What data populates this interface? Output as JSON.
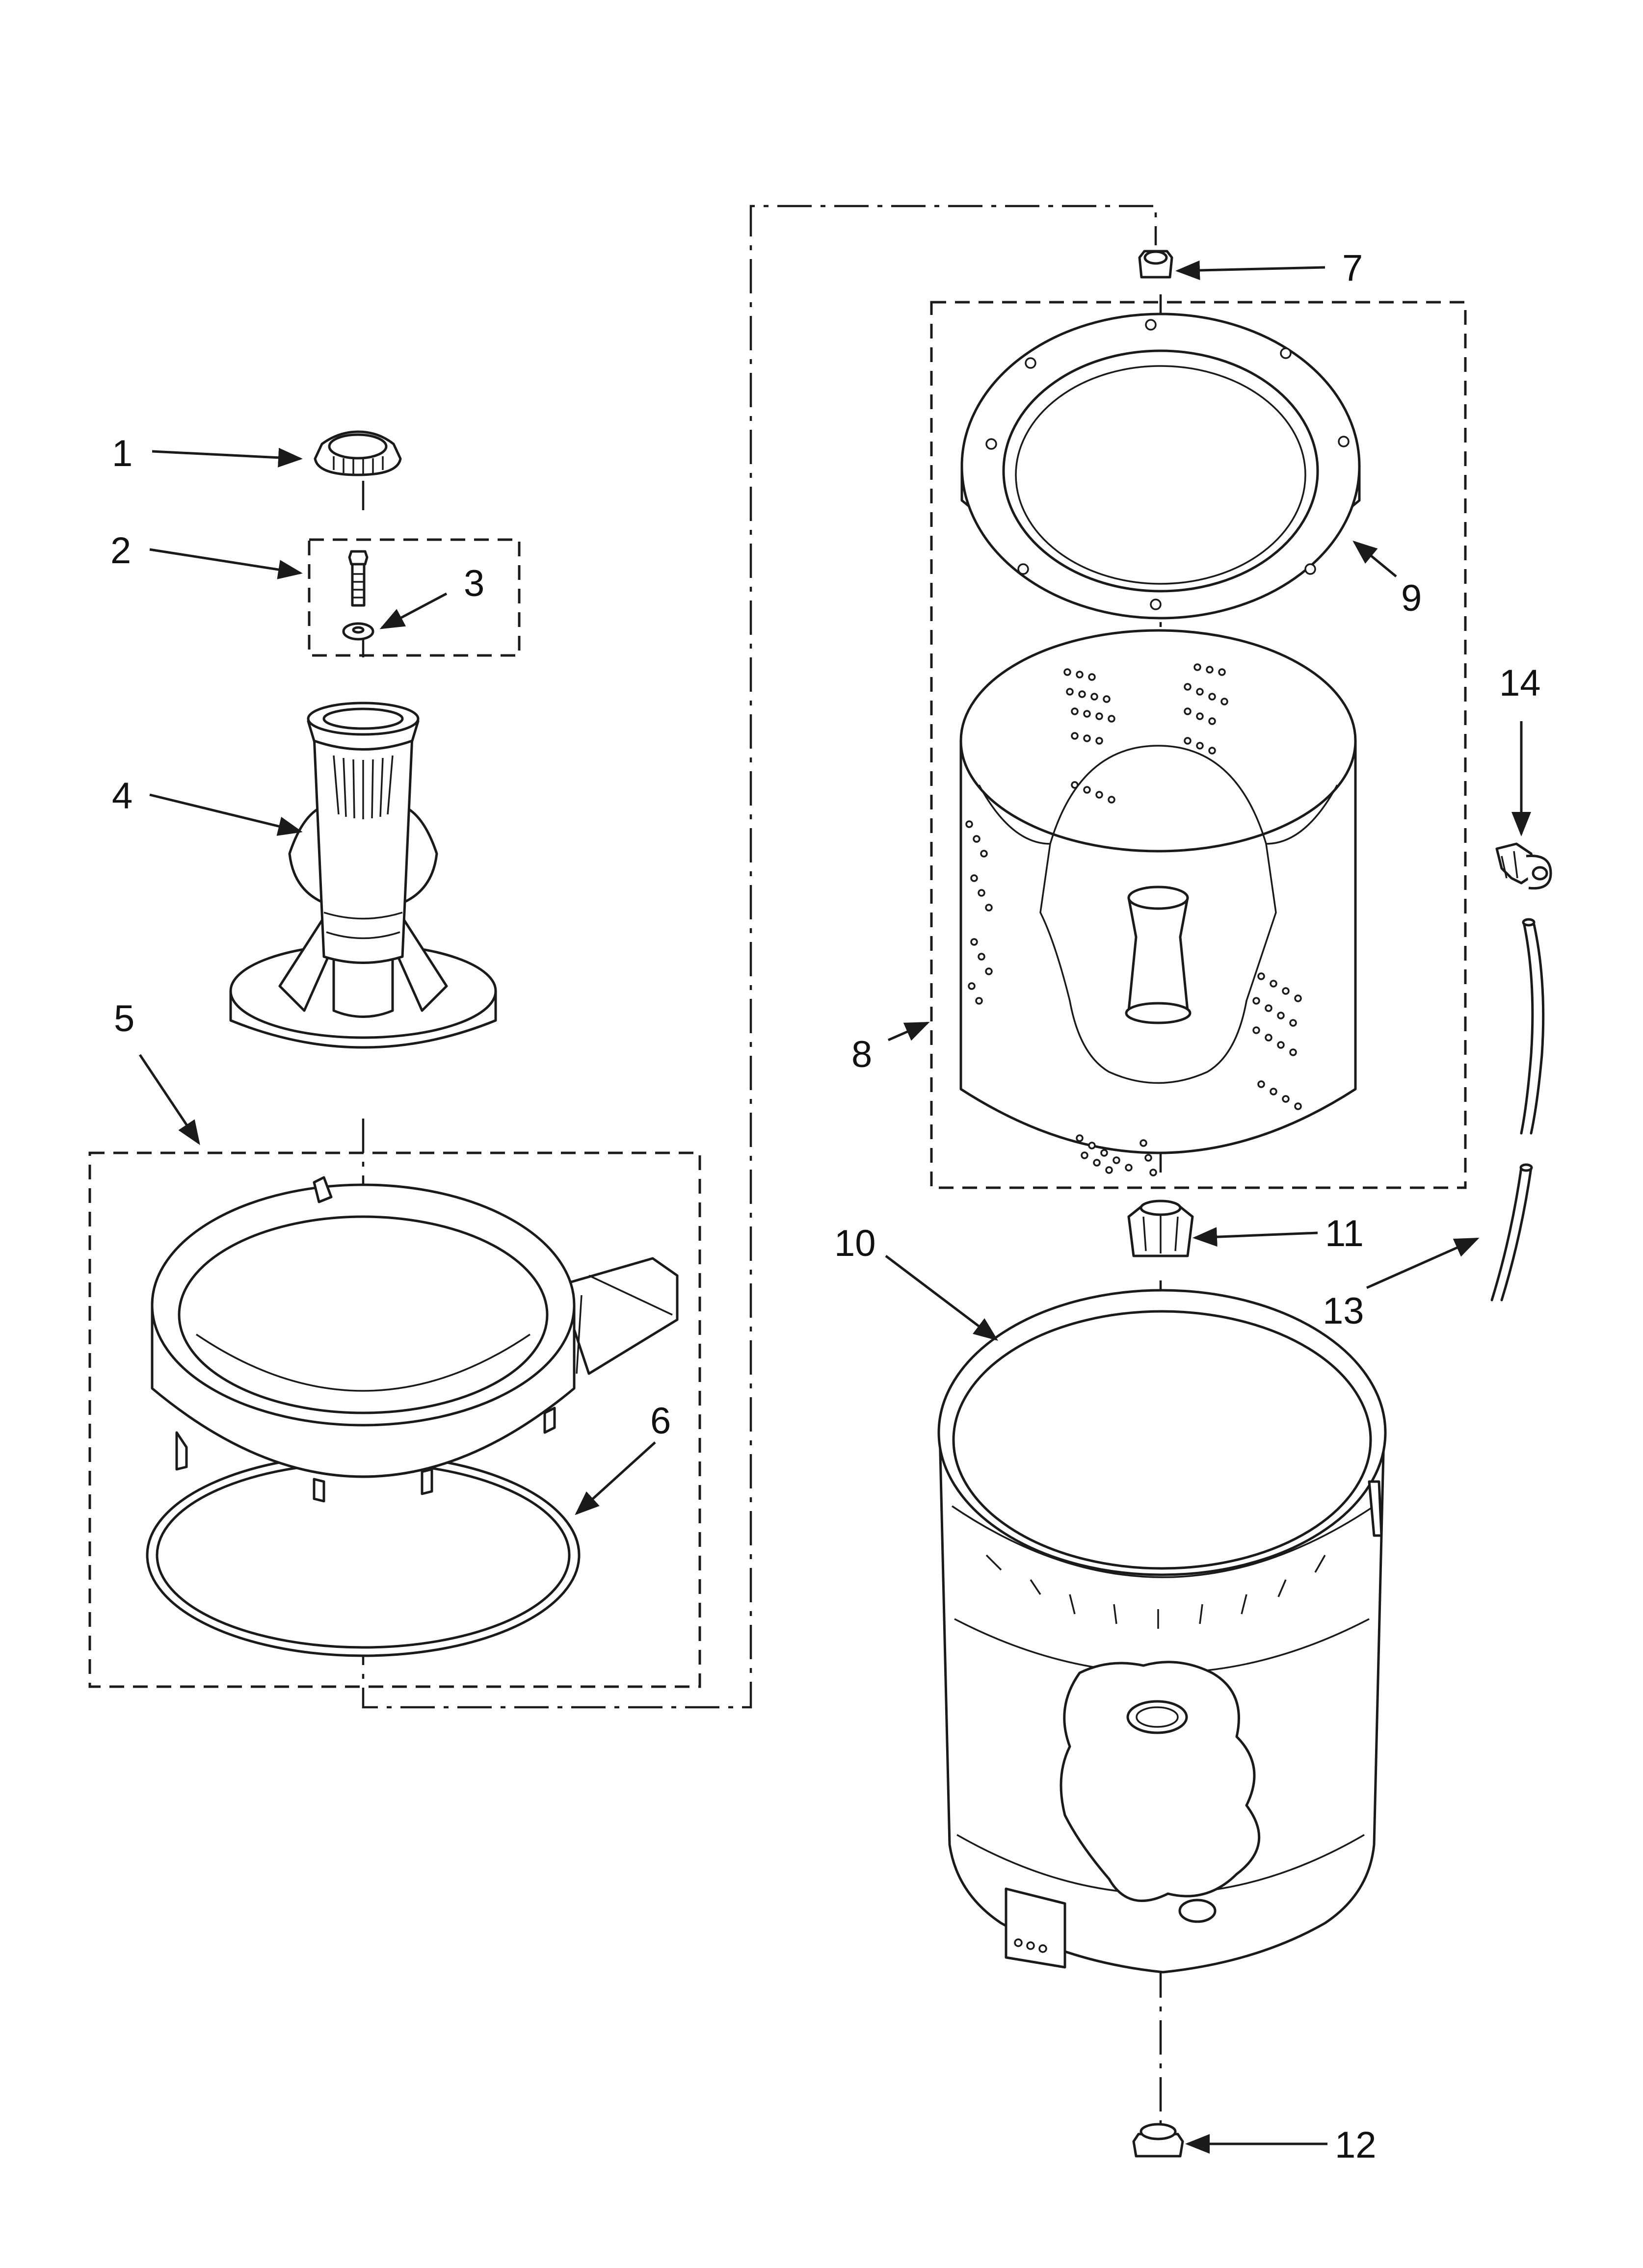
{
  "callouts": [
    "1",
    "2",
    "3",
    "4",
    "5",
    "6",
    "7",
    "8",
    "9",
    "10",
    "11",
    "12",
    "13",
    "14"
  ],
  "colors": {
    "line": "#1a1a1a",
    "background": "#ffffff"
  }
}
